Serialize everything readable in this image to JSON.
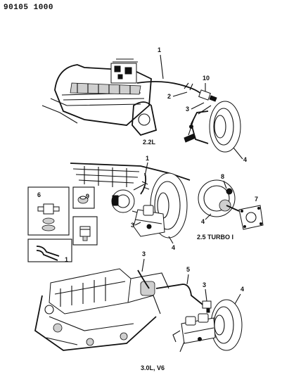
{
  "header": {
    "doc_number": "90105 1000"
  },
  "sections": [
    {
      "engine_label": "2.2L",
      "callouts": [
        "1",
        "10",
        "2",
        "3",
        "4"
      ]
    },
    {
      "engine_label": "2.5 TURBO I",
      "callouts": [
        "1",
        "6",
        "9",
        "8",
        "7",
        "3",
        "4",
        "4",
        "1"
      ]
    },
    {
      "engine_label": "3.0L, V6",
      "callouts": [
        "3",
        "5",
        "3",
        "4"
      ]
    }
  ]
}
